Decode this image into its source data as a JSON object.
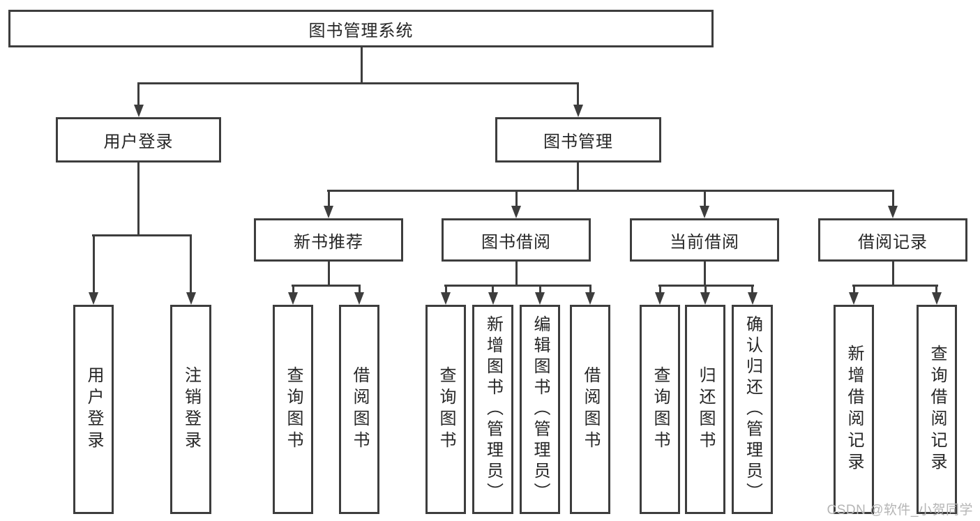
{
  "title": "图书管理系统",
  "watermark": "CSDN @软件_小贺同学",
  "colors": {
    "line": "#3d3d3d",
    "text": "#262626",
    "watermark": "#b5b5b5",
    "background": "#ffffff"
  },
  "tree": {
    "root": {
      "label": "图书管理系统",
      "children": [
        {
          "label": "用户登录",
          "children": [
            {
              "label": "用户登录"
            },
            {
              "label": "注销登录"
            }
          ]
        },
        {
          "label": "图书管理",
          "children": [
            {
              "label": "新书推荐",
              "children": [
                {
                  "label": "查询图书"
                },
                {
                  "label": "借阅图书"
                }
              ]
            },
            {
              "label": "图书借阅",
              "children": [
                {
                  "label": "查询图书"
                },
                {
                  "label": "新增图书（管理员）"
                },
                {
                  "label": "编辑图书（管理员）"
                },
                {
                  "label": "借阅图书"
                }
              ]
            },
            {
              "label": "当前借阅",
              "children": [
                {
                  "label": "查询图书"
                },
                {
                  "label": "归还图书"
                },
                {
                  "label": "确认归还（管理员）"
                }
              ]
            },
            {
              "label": "借阅记录",
              "children": [
                {
                  "label": "新增借阅记录"
                },
                {
                  "label": "查询借阅记录"
                }
              ]
            }
          ]
        }
      ]
    }
  }
}
